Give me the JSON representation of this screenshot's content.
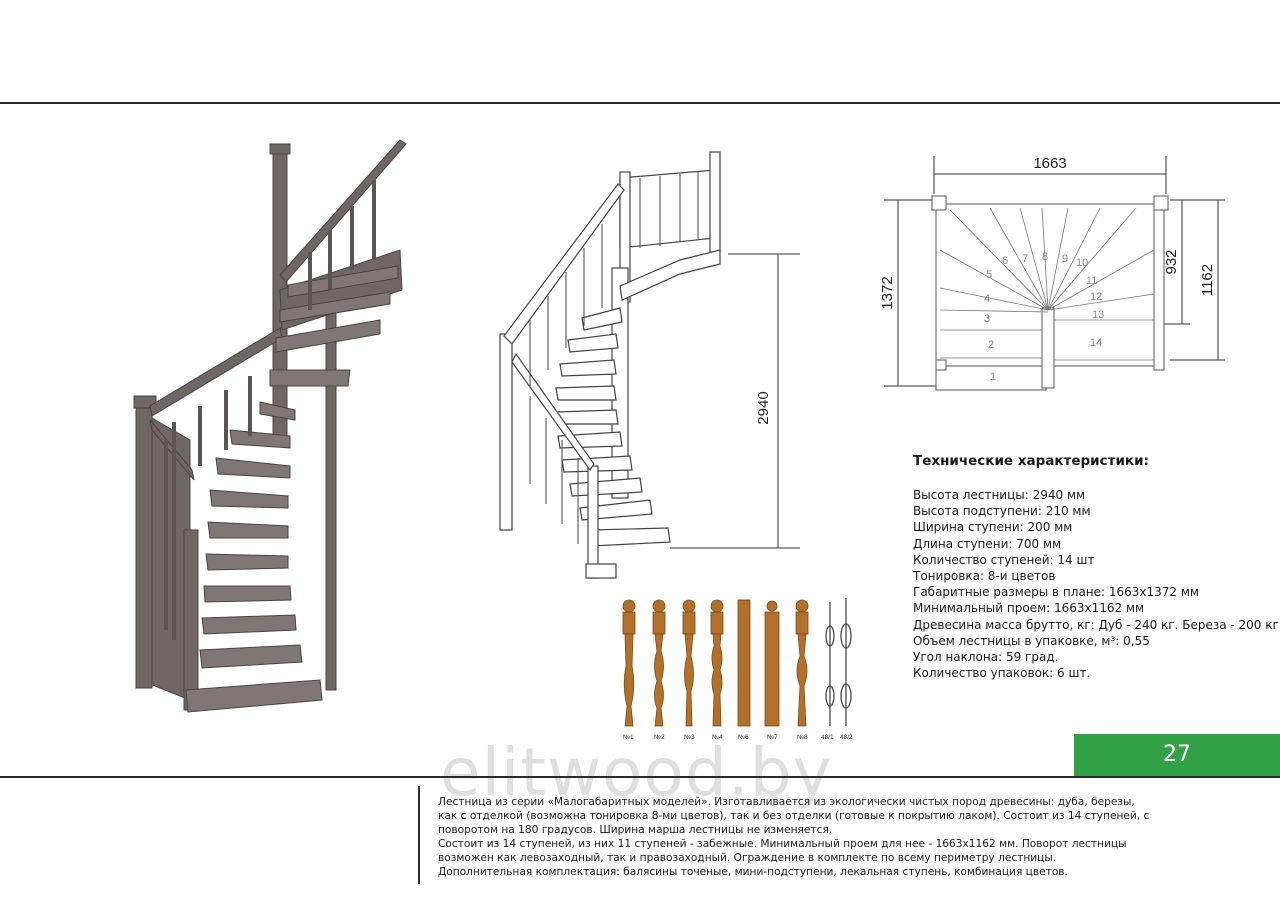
{
  "page_number": "27",
  "watermark": "elitwood.by",
  "dimensions": {
    "plan_width": "1663",
    "plan_depth": "1372",
    "opening_a": "932",
    "opening_b": "1162",
    "height": "2940"
  },
  "step_numbers": [
    "1",
    "2",
    "3",
    "4",
    "5",
    "6",
    "7",
    "8",
    "9",
    "10",
    "11",
    "12",
    "13",
    "14"
  ],
  "specs": {
    "title": "Технические характеристики:",
    "items": [
      "Высота лестницы: 2940 мм",
      "Высота подступени: 210 мм",
      "Ширина ступени: 200 мм",
      "Длина ступени: 700 мм",
      "Количество ступеней: 14 шт",
      "Тонировка: 8-и цветов",
      "Габаритные размеры в плане: 1663x1372 мм",
      "Минимальный проем: 1663x1162 мм",
      "Древесина масса брутто, кг: Дуб - 240 кг. Береза - 200 кг",
      "Объем лестницы в упаковке, м³: 0,55",
      "Угол наклона: 59 град.",
      "Количество упаковок: 6 шт."
    ]
  },
  "balusters": [
    "№1",
    "№2",
    "№3",
    "№4",
    "№6",
    "№7",
    "№8",
    "48/1",
    "48/2"
  ],
  "description": [
    "Лестница из серии «Малогабаритных моделей». Изготавливается из экологически чистых пород древесины: дуба, березы,",
    "как с отделкой (возможна тонировка 8-ми цветов), так и без отделки (готовые к покрытию лаком). Состоит из 14 ступеней, с",
    "поворотом на 180 градусов. Ширина марша лестницы не изменяется.",
    "Состоит из 14 ступеней, из них 11 ступеней - забежные. Минимальный проем для нее - 1663x1162 мм. Поворот лестницы",
    "возможен как левозаходный, так и правозаходный. Ограждение в комплекте по всему периметру лестницы.",
    "Дополнительная комплектация: балясины точеные, мини-подступени, лекальная ступень, комбинация цветов."
  ],
  "colors": {
    "accent": "#33a145",
    "wood_dark": "#6e6766",
    "wood_light": "#b3702a"
  }
}
